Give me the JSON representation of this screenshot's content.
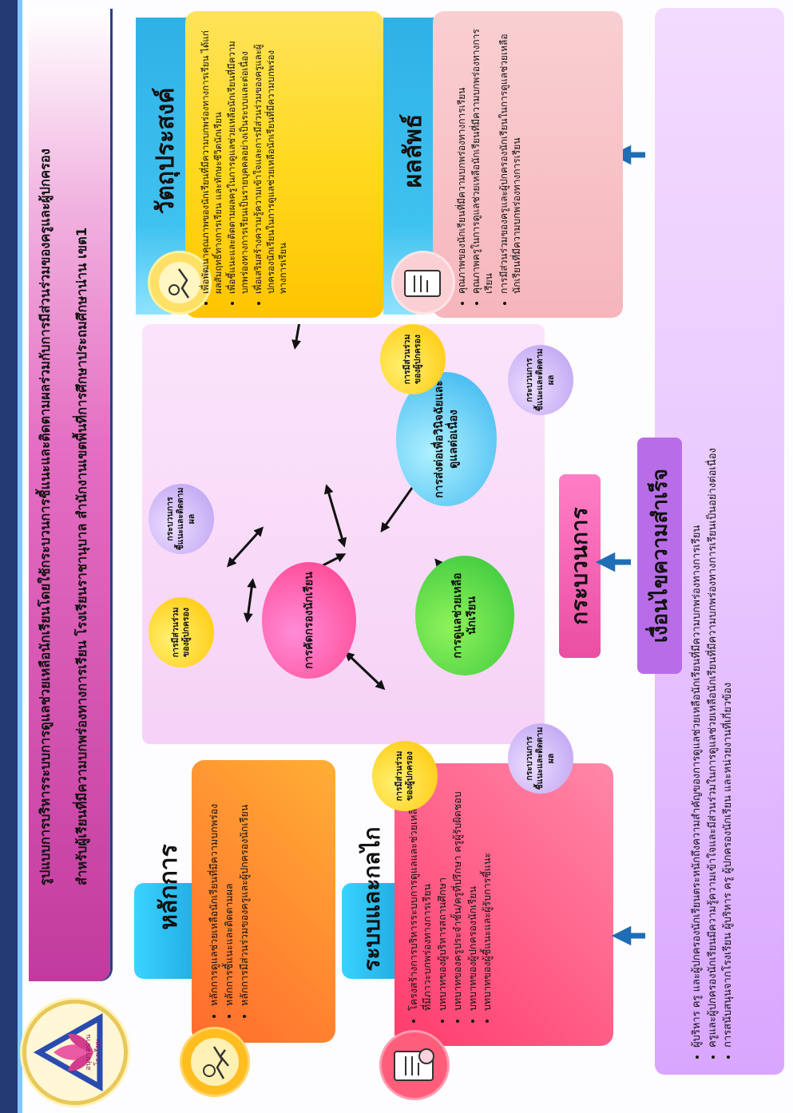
{
  "title": {
    "line1": "รูปแบบการบริหารระบบการดูแลช่วยเหลือนักเรียนโดยใช้กระบวนการชี้แนะและติดตามผลร่วมกับการมีส่วนร่วมของครูและผู้ปกครอง",
    "line2": "สำหรับผู้เรียนที่มีความบกพร่องทางการเรียน โรงเรียนราชานุบาล สำนักงานเขตพื้นที่การศึกษาประถมศึกษาน่าน เขต1"
  },
  "logo": {
    "text": "อนุบาลน่าน",
    "caption": "โรงเรียน"
  },
  "principles": {
    "heading": "หลักการ",
    "items": [
      "หลักการดูแลช่วยเหลือนักเรียนที่มีความบกพร่อง",
      "หลักการชี้แนะและติดตามผล",
      "หลักการมีส่วนร่วมของครูและผู้ปกครองนักเรียน"
    ]
  },
  "system": {
    "heading": "ระบบและกลไก",
    "items": [
      "โครงสร้างการบริหารระบบการดูแลและช่วยเหลือนักเรียนที่มีภาวะบกพร่องทางการเรียน",
      "บทบาทของผู้บริหารสถานศึกษา",
      "บทบาทของครูประจำชั้น/ครูที่ปรึกษา ครูผู้รับผิดชอบ",
      "บทบาทของผู้ปกครองนักเรียน",
      "บทบาทของผู้ชี้แนะและผู้รับการชี้แนะ"
    ]
  },
  "objectives": {
    "heading": "วัตถุประสงค์",
    "items": [
      "เพื่อพัฒนาคุณภาพของนักเรียนที่มีความบกพร่องทางการเรียน ได้แก่ ผลสัมฤทธิ์ทางการเรียน และทักษะชีวิตนักเรียน",
      "เพื่อชี้แนะและติดตามผลครูในการดูแลช่วยเหลือนักเรียนที่มีความบกพร่องทางการเรียนเป็นรายบุคคลอย่างเป็นระบบและต่อเนื่อง",
      "เพื่อเสริมสร้างความรู้ความเข้าใจและการมีส่วนร่วมของครูและผู้ปกครองนักเรียนในการดูแลช่วยเหลือนักเรียนที่มีความบกพร่องทางการเรียน"
    ]
  },
  "results": {
    "heading": "ผลลัพธ์",
    "items": [
      "คุณภาพของนักเรียนที่มีความบกพร่องทางการเรียน",
      "คุณภาพครูในการดูแลช่วยเหลือนักเรียนที่มีความบกพร่องทางการเรียน",
      "การมีส่วนร่วมของครูและผู้ปกครองนักเรียนในการดูแลช่วยเหลือนักเรียนที่มีความบกพร่องทางการเรียน"
    ]
  },
  "process": {
    "label": "กระบวนการ",
    "main_nodes": [
      "การคัดกรองนักเรียน",
      "การดูแลช่วยเหลือนักเรียน",
      "การส่งต่อเพื่อวินิจฉัยและดูแลต่อเนื่อง"
    ],
    "sub_participation": "การมีส่วนร่วมของผู้ปกครอง",
    "sub_coaching": "กระบวนการชี้แนะและติดตามผล"
  },
  "success": {
    "heading": "เงื่อนไขความสำเร็จ",
    "items": [
      "ผู้บริหาร ครู และผู้ปกครองนักเรียนตระหนักถึงความสำคัญของการดูแลช่วยเหลือนักเรียนที่มีความบกพร่องทางการเรียน",
      "ครูและผู้ปกครองนักเรียนมีความรู้ความเข้าใจและมีส่วนร่วมในการดูแลช่วยเหลือนักเรียนที่มีความบกพร่องทางการเรียนเป็นอย่างต่อเนื่อง",
      "การสนับสนุนจากโรงเรียน ผู้บริหาร ครู ผู้ปกครองนักเรียน และหน่วยงานที่เกี่ยวข้อง"
    ]
  },
  "colors": {
    "frame_navy": "#233a74",
    "title_magenta": "#d24aa8",
    "cyan": "#24b8e8",
    "orange": "#f7a11a",
    "red": "#f0453d",
    "pink": "#ff5c92",
    "yellow": "#ffd21c",
    "lavender": "#efc8ff",
    "result_pink": "#f7c6c9",
    "arrow_blue": "#1f6db5"
  }
}
